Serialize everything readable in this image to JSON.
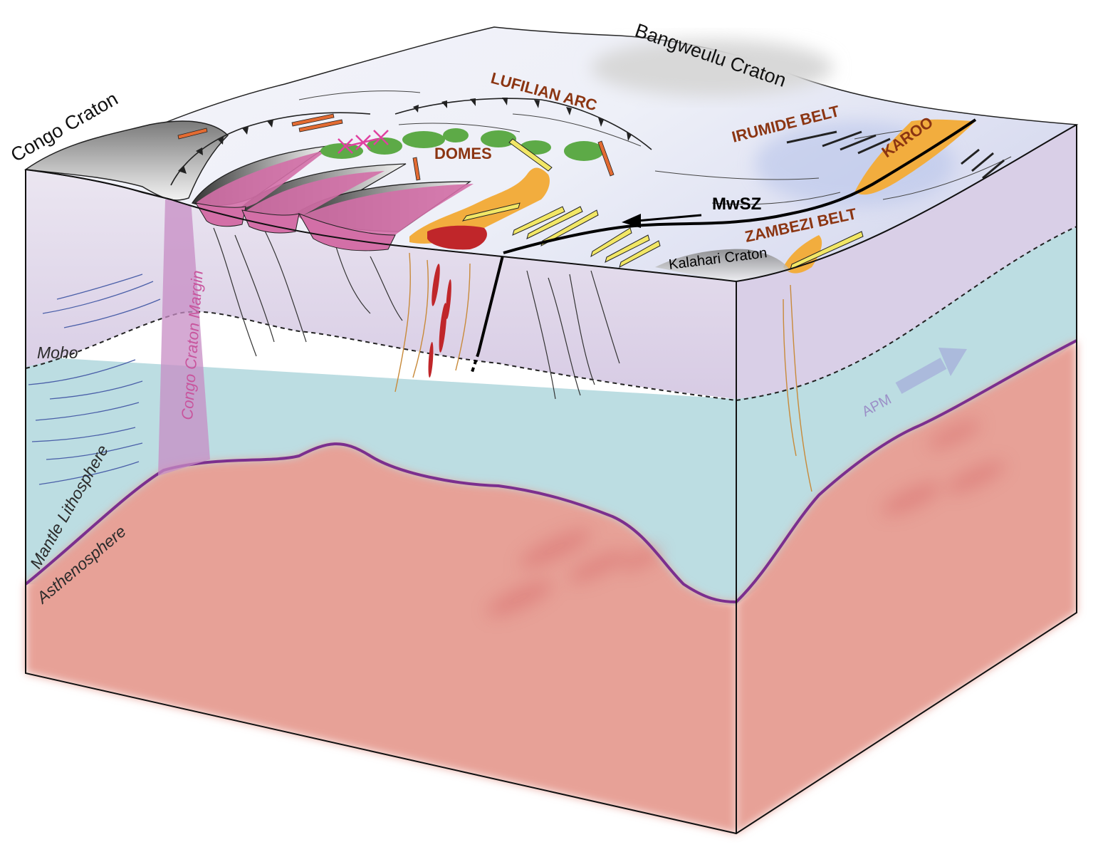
{
  "labels": {
    "congo_craton": "Congo Craton",
    "bangweulu_craton": "Bangweulu Craton",
    "lufilian_arc": "LUFILIAN ARC",
    "domes": "DOMES",
    "irumide_belt": "IRUMIDE BELT",
    "karoo": "KAROO",
    "mwsz": "MwSZ",
    "zambezi_belt": "ZAMBEZI BELT",
    "kalahari_craton": "Kalahari Craton",
    "moho": "Moho",
    "congo_craton_margin": "Congo Craton Margin",
    "mantle_lithosphere": "Mantle Lithosphere",
    "asthenosphere": "Asthenosphere",
    "apm": "APM"
  },
  "colors": {
    "crust": "#ddd3e8",
    "mantle_lithosphere": "#bcdde2",
    "asthenosphere": "#e7a197",
    "lab_line": "#7b2f8e",
    "craton_margin": "#c78cc4",
    "fold_pink": "#d36fa7",
    "domes_green": "#5daa47",
    "dyke_yellow": "#f2e766",
    "karoo_orange": "#f2ad3e",
    "intrusion_red": "#c0262a",
    "belt_label": "#8b3512"
  }
}
